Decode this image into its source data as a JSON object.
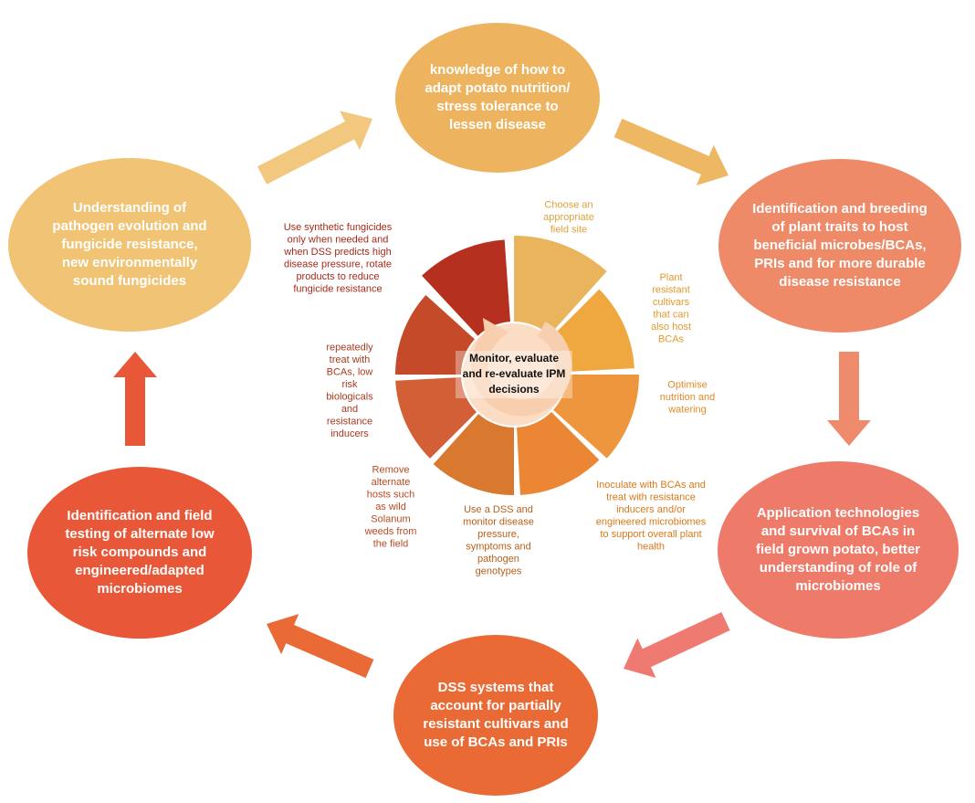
{
  "diagram": {
    "center_label": [
      "Monitor, evaluate",
      "and re-evaluate IPM",
      "decisions"
    ],
    "outer_nodes": [
      {
        "id": "nutrition",
        "lines": [
          "knowledge of how to",
          "adapt potato nutrition/",
          "stress tolerance to",
          "lessen disease"
        ],
        "color": "#EDB35F"
      },
      {
        "id": "breeding",
        "lines": [
          "Identification and breeding",
          "of plant traits to host",
          "beneficial microbes/BCAs,",
          "PRIs and for more  durable",
          "disease resistance"
        ],
        "color": "#EE8A68"
      },
      {
        "id": "application",
        "lines": [
          "Application technologies",
          "and survival of BCAs in",
          "field grown potato, better",
          "understanding of role of",
          "microbiomes"
        ],
        "color": "#EE7B6A"
      },
      {
        "id": "dss-systems",
        "lines": [
          "DSS systems that",
          "account for partially",
          "resistant cultivars and",
          "use of BCAs and PRIs"
        ],
        "color": "#EA6A36"
      },
      {
        "id": "alternate-compounds",
        "lines": [
          "Identification and field",
          "testing of alternate low",
          "risk compounds and",
          "engineered/adapted",
          "microbiomes"
        ],
        "color": "#E85838"
      },
      {
        "id": "pathogen-evolution",
        "lines": [
          "Understanding of",
          "pathogen evolution and",
          "fungicide resistance,",
          "new environmentally",
          "sound fungicides"
        ],
        "color": "#F1C374"
      }
    ],
    "arrow_colors": [
      "#F2C77E",
      "#EEB764",
      "#EE8B6C",
      "#EF7A72",
      "#EA6A36",
      "#E85838"
    ],
    "inner_segments": [
      {
        "id": "field-site",
        "lines": [
          "Choose an",
          "appropriate",
          "field site"
        ],
        "color": "#E9B45C",
        "text_color": "#E0A23C"
      },
      {
        "id": "resistant-cultivars",
        "lines": [
          "Plant",
          "resistant",
          "cultivars",
          "that can",
          "also host",
          "BCAs"
        ],
        "color": "#EFA73F",
        "text_color": "#E49A2E"
      },
      {
        "id": "nutrition-watering",
        "lines": [
          "Optimise",
          "nutrition and",
          "watering"
        ],
        "color": "#EE963D",
        "text_color": "#E08A2A"
      },
      {
        "id": "inoculate-bcas",
        "lines": [
          "Inoculate with BCAs and",
          "treat with resistance",
          "inducers and/or",
          "engineered microbiomes",
          "to support overall plant",
          "health"
        ],
        "color": "#EB8734",
        "text_color": "#D97818"
      },
      {
        "id": "use-dss",
        "lines": [
          "Use a DSS and",
          "monitor disease",
          "pressure,",
          "symptoms and",
          "pathogen",
          "genotypes"
        ],
        "color": "#D9782F",
        "text_color": "#B8601C"
      },
      {
        "id": "remove-hosts",
        "lines": [
          "Remove",
          "alternate",
          "hosts such",
          "as wild",
          "Solanum",
          "weeds from",
          "the field"
        ],
        "color": "#D35F36",
        "text_color": "#B84A22"
      },
      {
        "id": "repeat-bcas",
        "lines": [
          "repeatedly",
          "treat with",
          "BCAs, low",
          "risk",
          "biologicals",
          "and",
          "resistance",
          "inducers"
        ],
        "color": "#C44A2A",
        "text_color": "#A83A1E"
      },
      {
        "id": "synthetic-fungicides",
        "lines": [
          "Use synthetic fungicides",
          "only when needed and",
          "when DSS predicts high",
          "disease pressure, rotate",
          "products to reduce",
          "fungicide resistance"
        ],
        "color": "#B5301E",
        "text_color": "#A52A1A"
      }
    ]
  }
}
